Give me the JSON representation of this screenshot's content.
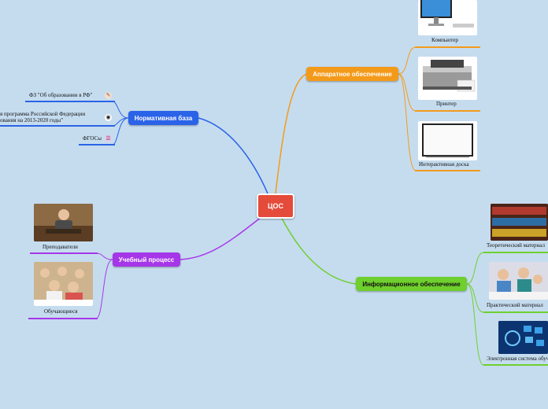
{
  "center": {
    "label": "ЦОС",
    "color": "#e44b3a"
  },
  "branches": {
    "hardware": {
      "label": "Аппаратное обеспечение",
      "color": "#f49a1a",
      "items": [
        {
          "label": "Компьютер",
          "icon": "computer-image"
        },
        {
          "label": "Принтер",
          "icon": "printer-image"
        },
        {
          "label": "Интерактивная доска",
          "icon": "whiteboard-image"
        }
      ]
    },
    "normative": {
      "label": "Нормативная база",
      "color": "#2a63e8",
      "items": [
        {
          "label": "ФЗ \"Об образовании в РФ\"",
          "icon": "document-icon"
        },
        {
          "label_line1": "я программа Российской Федерации",
          "label_line2": "ования на 2013-2020 годы\"",
          "icon": "globe-icon"
        },
        {
          "label": "ФГОСы",
          "icon": "books-icon"
        }
      ]
    },
    "process": {
      "label": "Учебный процесс",
      "color": "#a637e8",
      "items": [
        {
          "label": "Преподаватели",
          "icon": "teacher-image"
        },
        {
          "label": "Обучающиеся",
          "icon": "students-image"
        }
      ]
    },
    "info": {
      "label": "Информационное обеспечение",
      "color": "#6fcf2d",
      "items": [
        {
          "label": "Теоретический материал",
          "icon": "library-image"
        },
        {
          "label": "Практический материал",
          "icon": "practice-image"
        },
        {
          "label": "Электронная система обучения",
          "icon": "elearning-image"
        }
      ]
    }
  }
}
